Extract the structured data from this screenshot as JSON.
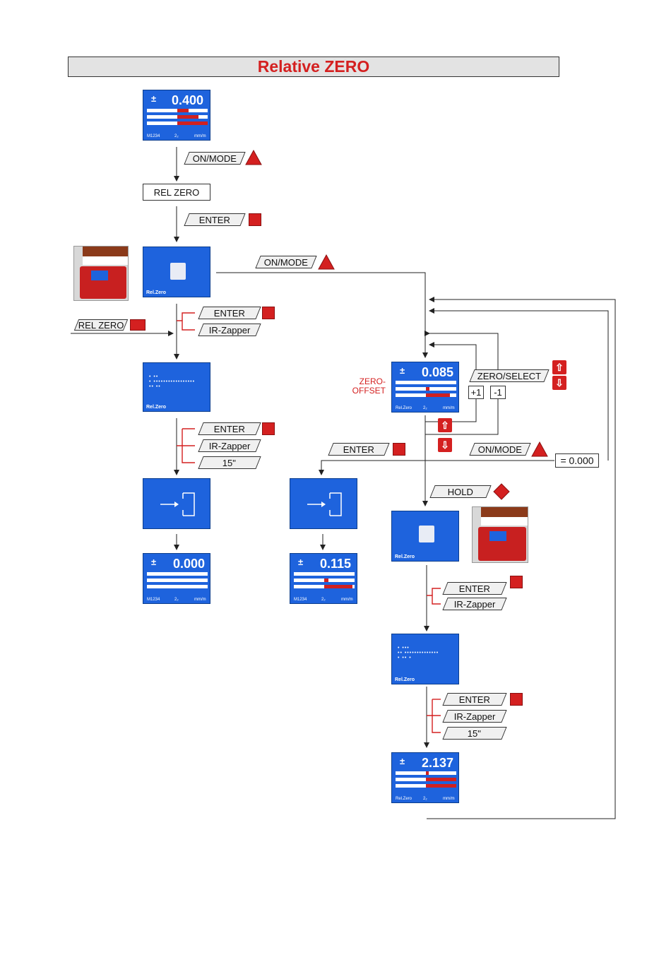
{
  "title": "Relative ZERO",
  "labels": {
    "on_mode": "ON/MODE",
    "rel_zero_box": "REL ZERO",
    "rel_zero_key": "REL ZERO",
    "enter": "ENTER",
    "ir_zapper": "IR-Zapper",
    "timeout": "15\"",
    "zero_select": "ZERO/SELECT",
    "plus_one": "+1",
    "minus_one": "-1",
    "hold": "HOLD",
    "equals_zero": "= 0.000",
    "zero_offset_line1": "ZERO-",
    "zero_offset_line2": "OFFSET",
    "pm": "±",
    "rel_zero_screen": "Rel.Zero"
  },
  "screens": {
    "s1": {
      "value": "0.400",
      "foot_left": "M1234",
      "foot_mid": "2₂",
      "foot_right": "mm/m"
    },
    "s_final_left": {
      "value": "0.000",
      "foot_left": "M1234",
      "foot_mid": "2₂",
      "foot_right": "mm/m"
    },
    "s_final_mid": {
      "value": "0.115",
      "foot_left": "M1234",
      "foot_mid": "2₂",
      "foot_right": "mm/m"
    },
    "s_offset": {
      "value": "0.085",
      "foot_left": "Rel.Zero",
      "foot_mid": "2₂",
      "foot_right": "mm/m"
    },
    "s_final_right": {
      "value": "2.137",
      "foot_left": "Rel.Zero",
      "foot_mid": "2₂",
      "foot_right": "mm/m"
    }
  },
  "colors": {
    "screen_blue": "#1e63dd",
    "accent_red": "#d42020"
  },
  "icons": [
    "warning-triangle-icon",
    "enter-square-icon",
    "hold-diamond-icon",
    "arrow-up-icon",
    "arrow-down-icon",
    "plug-icon",
    "device-icon"
  ]
}
